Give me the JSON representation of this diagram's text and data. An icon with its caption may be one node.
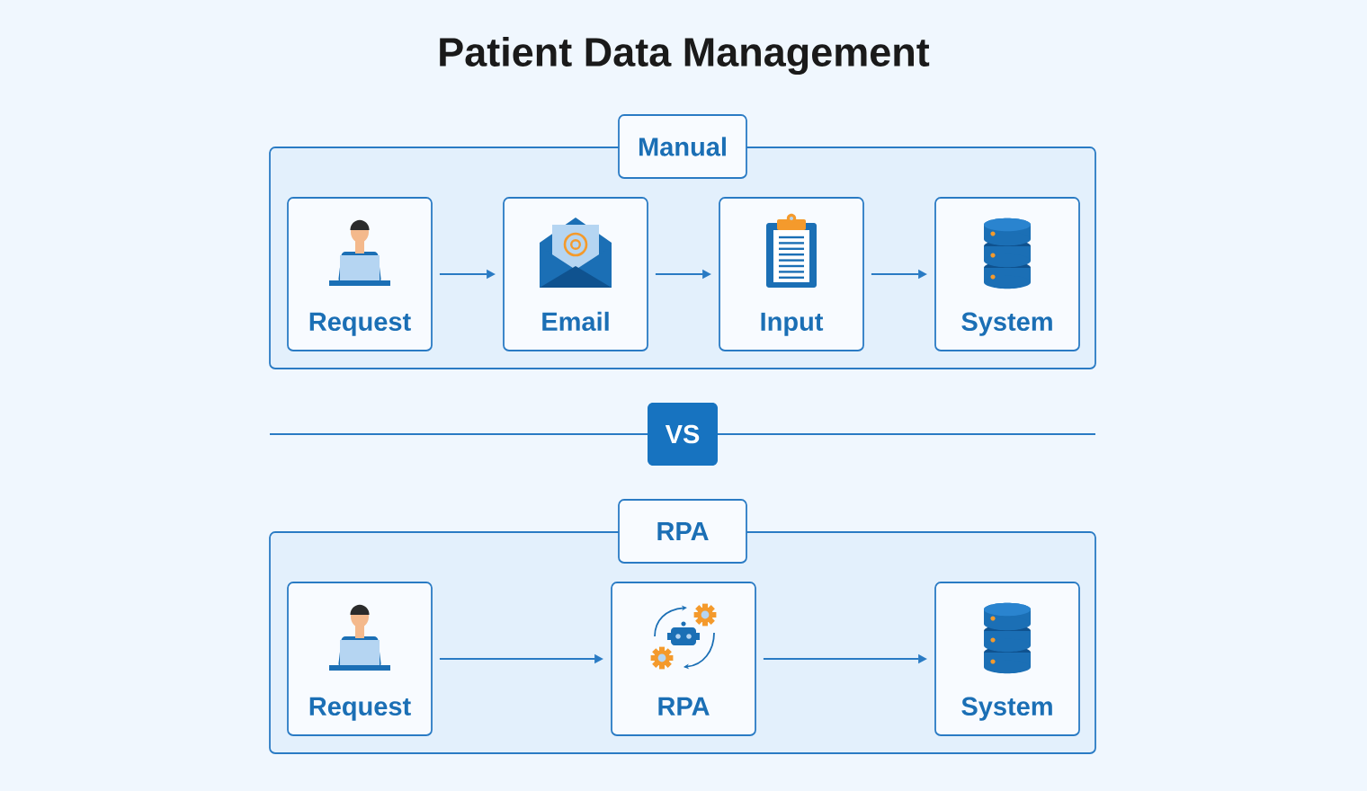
{
  "diagram": {
    "title": "Patient Data Management",
    "nodes": [
      {
        "text": [
          "Manual"
        ]
      },
      {
        "text": [
          "Request"
        ],
        "in": 0
      },
      {
        "text": [
          "Email"
        ],
        "in": 0
      },
      {
        "text": [
          "Input"
        ],
        "in": 0
      },
      {
        "text": [
          "System"
        ],
        "in": 0
      },
      {
        "text": [
          "VS"
        ]
      },
      {
        "text": [
          "RPA"
        ]
      },
      {
        "text": [
          "Request"
        ],
        "in": 6
      },
      {
        "text": [
          "RPA"
        ],
        "in": 6
      },
      {
        "text": [
          "System"
        ],
        "in": 6
      }
    ],
    "edges": [
      {
        "from": 1,
        "to": 2,
        "arrow": "to"
      },
      {
        "from": 2,
        "to": 3,
        "arrow": "to"
      },
      {
        "from": 3,
        "to": 4,
        "arrow": "to"
      },
      {
        "from": 7,
        "to": 8,
        "arrow": "to"
      },
      {
        "from": 8,
        "to": 9,
        "arrow": "to"
      }
    ]
  }
}
